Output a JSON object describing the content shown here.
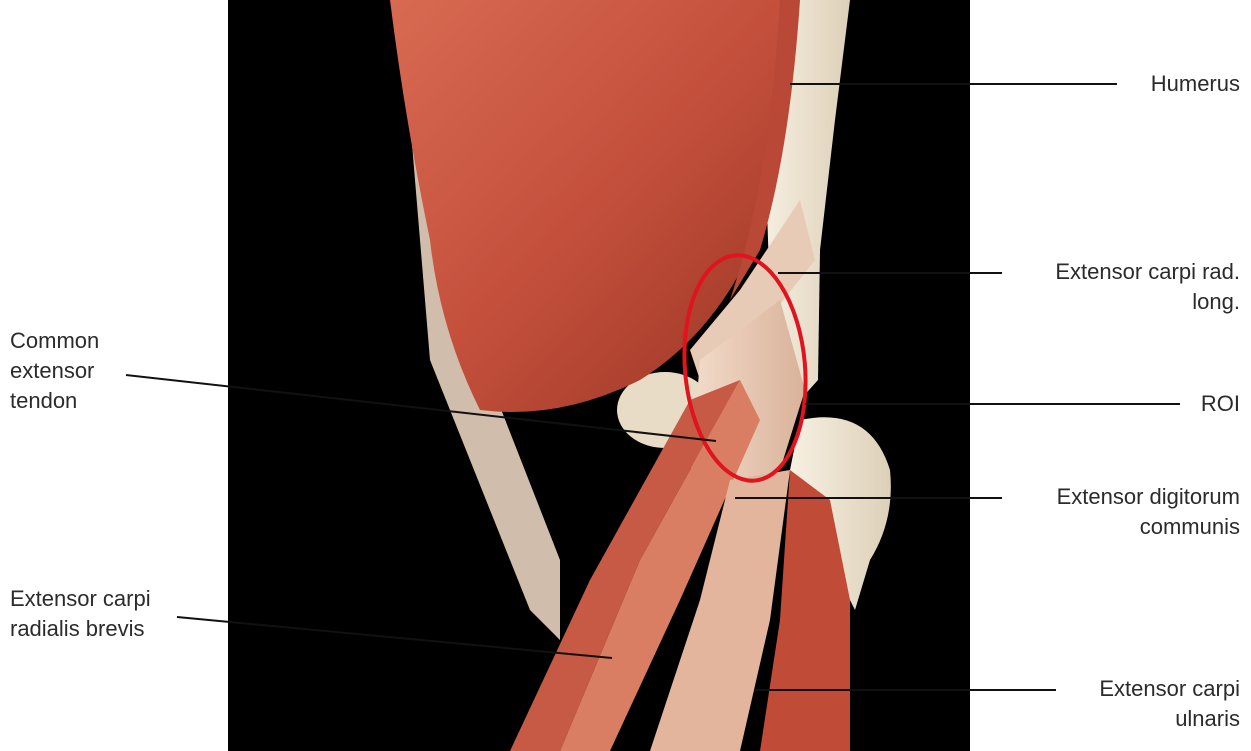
{
  "diagram": {
    "labels": {
      "humerus": "Humerus",
      "ecrl": [
        "Extensor carpi rad.",
        "long."
      ],
      "roi": "ROI",
      "edc": [
        "Extensor digitorum",
        "communis"
      ],
      "ecu": [
        "Extensor carpi",
        "ulnaris"
      ],
      "common_extensor_tendon": [
        "Common",
        "extensor",
        "tendon"
      ],
      "ecrb": [
        "Extensor carpi",
        "radialis brevis"
      ]
    },
    "colors": {
      "background_panel": "#000000",
      "muscle": "#c8553f",
      "muscle_dark": "#a93a2a",
      "tendon": "#e9cdb8",
      "bone": "#efe6d4",
      "roi_circle": "#e0141e",
      "leader_line": "#111111"
    }
  }
}
